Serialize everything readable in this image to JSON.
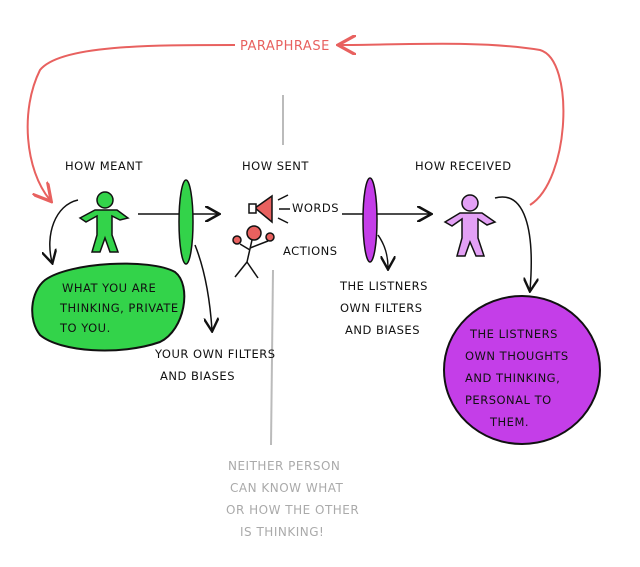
{
  "paraphrase": "PARAPHRASE",
  "stages": {
    "meant": "HOW MEANT",
    "sent": "HOW SENT",
    "received": "HOW RECEIVED"
  },
  "channels": {
    "words": "WORDS",
    "actions": "ACTIONS"
  },
  "sender_thoughts": [
    "WHAT YOU ARE",
    "THINKING, PRIVATE",
    "TO YOU."
  ],
  "sender_filters": [
    "YOUR OWN FILTERS",
    "AND BIASES"
  ],
  "listener_filters": [
    "THE LISTNERS",
    "OWN FILTERS",
    "AND BIASES"
  ],
  "listener_thoughts": [
    "THE LISTNERS",
    "OWN THOUGHTS",
    "AND THINKING,",
    "PERSONAL TO",
    "THEM."
  ],
  "note": [
    "NEITHER PERSON",
    "CAN KNOW WHAT",
    "OR HOW THE OTHER",
    "IS THINKING!"
  ],
  "colors": {
    "red": "#e8615f",
    "green": "#33d34a",
    "purple": "#c43ee8",
    "grey": "#aaaaaa"
  }
}
